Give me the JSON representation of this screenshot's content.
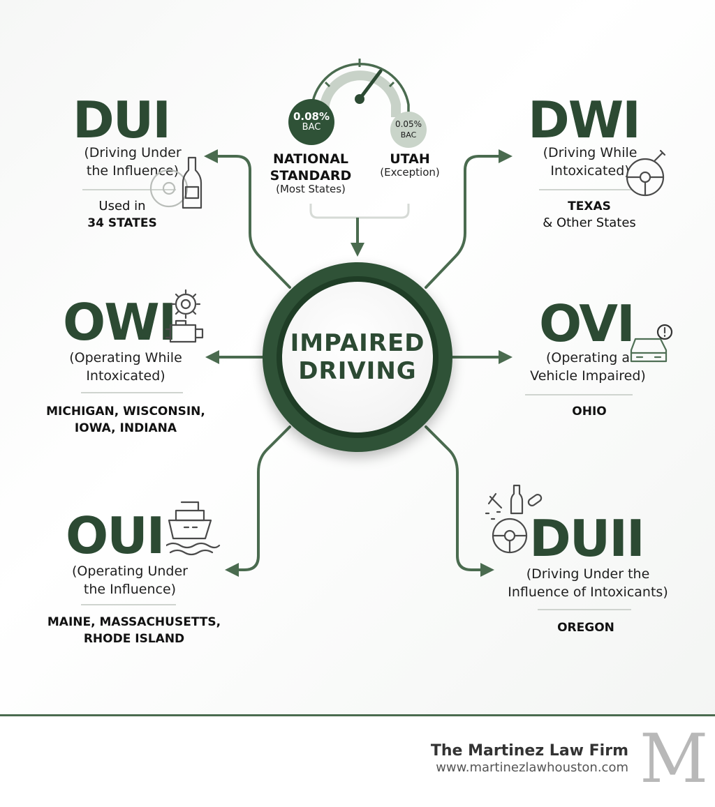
{
  "center": {
    "line1": "IMPAIRED",
    "line2": "DRIVING"
  },
  "gauge": {
    "national": {
      "bac_value": "0.08%",
      "bac_unit": "BAC",
      "title_line1": "NATIONAL",
      "title_line2": "STANDARD",
      "note": "(Most States)"
    },
    "utah": {
      "bac_value": "0.05%",
      "bac_unit": "BAC",
      "title": "UTAH",
      "note": "(Exception)"
    }
  },
  "terms": {
    "dui": {
      "acronym": "DUI",
      "def_line1": "(Driving Under",
      "def_line2": "the Influence)",
      "states_line1": "Used in",
      "states_line2": "34 STATES"
    },
    "dwi": {
      "acronym": "DWI",
      "def_line1": "(Driving While",
      "def_line2": "Intoxicated)",
      "states_line1": "TEXAS",
      "states_line2": "& Other States"
    },
    "owi": {
      "acronym": "OWI",
      "def_line1": "(Operating While",
      "def_line2": "Intoxicated)",
      "states_line1": "MICHIGAN, WISCONSIN,",
      "states_line2": "IOWA, INDIANA"
    },
    "ovi": {
      "acronym": "OVI",
      "def_line1": "(Operating a",
      "def_line2": "Vehicle Impaired)",
      "states_line1": "OHIO"
    },
    "oui": {
      "acronym": "OUI",
      "def_line1": "(Operating Under",
      "def_line2": "the Influence)",
      "states_line1": "MAINE, MASSACHUSETTS,",
      "states_line2": "RHODE ISLAND"
    },
    "duii": {
      "acronym": "DUII",
      "def_line1": "(Driving Under the",
      "def_line2": "Influence of Intoxicants)",
      "states_line1": "OREGON"
    }
  },
  "footer": {
    "firm": "The Martinez Law Firm",
    "url": "www.martinezlawhouston.com",
    "logo_letter": "M"
  },
  "colors": {
    "primary": "#2c4a33",
    "accent": "#4a6b4f",
    "ring": "#2f5237"
  },
  "icons": [
    "steering-wheel-icon",
    "bottle-icon",
    "gear-icon",
    "engine-icon",
    "car-warning-icon",
    "ship-icon",
    "pills-icon",
    "arrow-icon",
    "gauge-icon"
  ]
}
